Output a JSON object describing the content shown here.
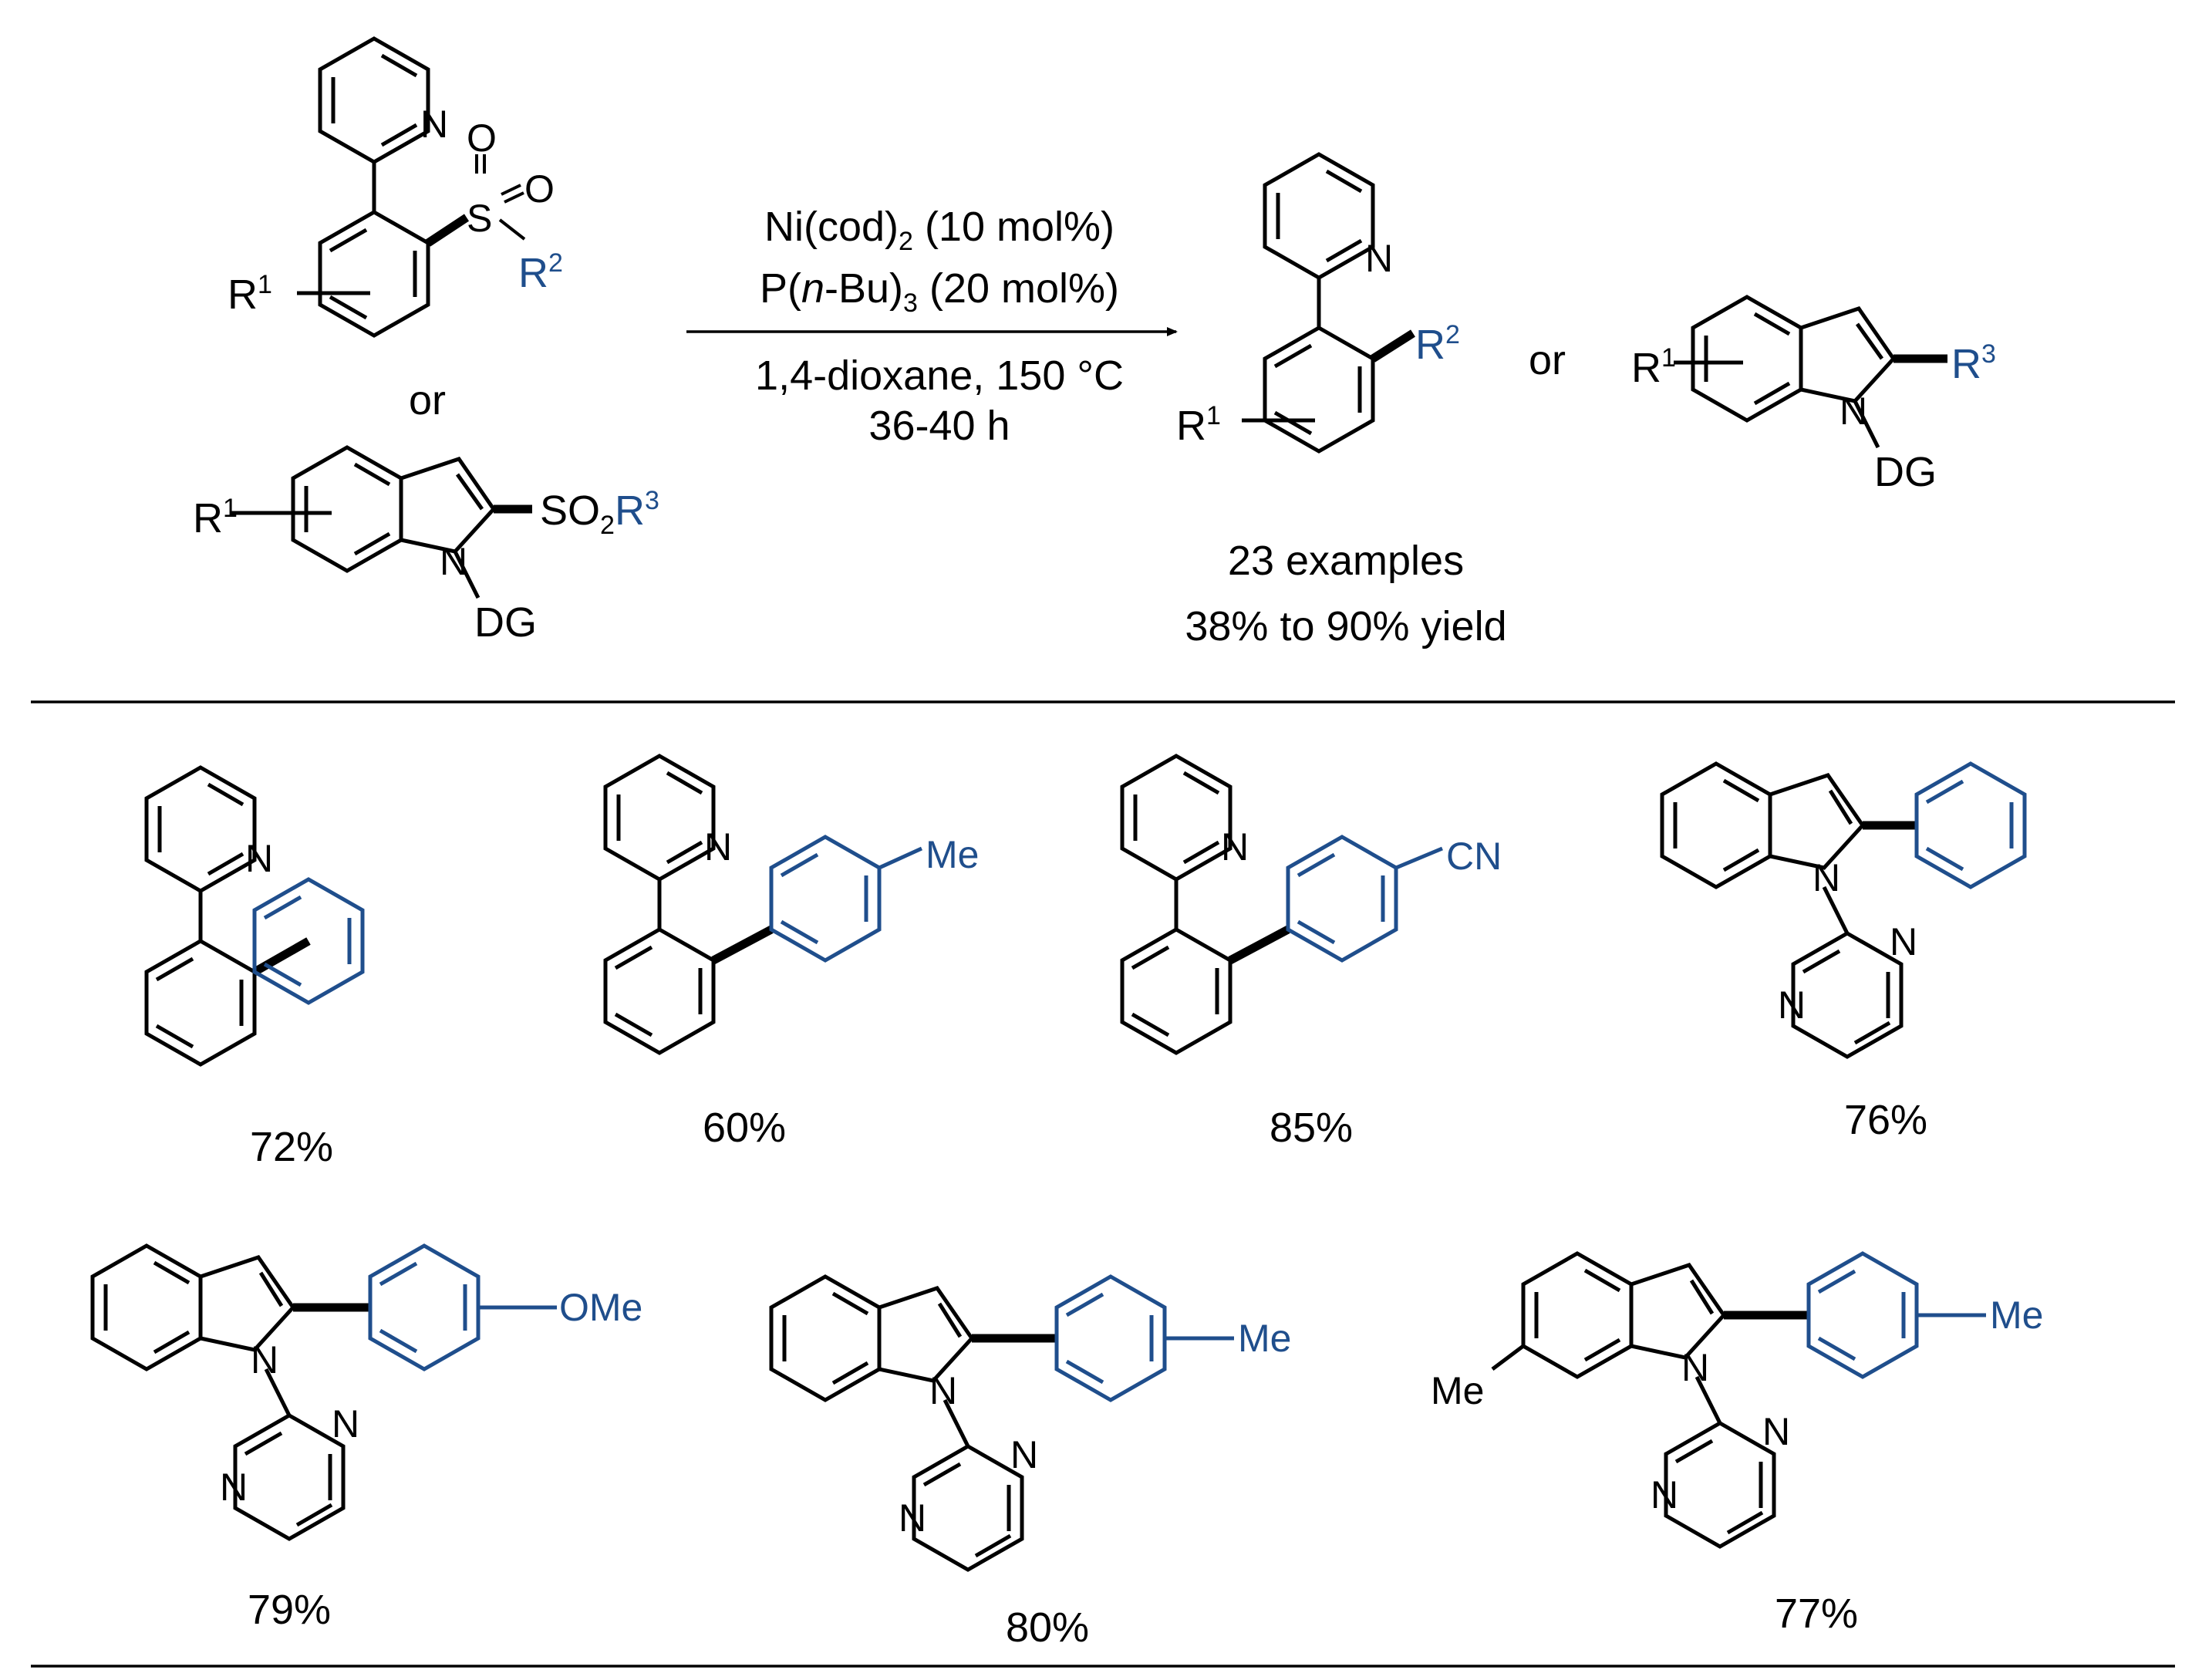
{
  "colors": {
    "ink": "#000000",
    "accent": "#1f4e8c"
  },
  "scheme": {
    "reactant_a": {
      "label_r1": "R",
      "label_r1_sup": "1",
      "label_r2": "R",
      "label_r2_sup": "2",
      "atom_n": "N",
      "atom_s": "S",
      "atom_o1": "O",
      "atom_o2": "O"
    },
    "or_left": "or",
    "reactant_b": {
      "label_r1": "R",
      "label_r1_sup": "1",
      "so2_text": "SO",
      "so2_sub": "2",
      "label_r3": "R",
      "label_r3_sup": "3",
      "atom_n": "N",
      "dg": "DG"
    },
    "conditions": {
      "line1_a": "Ni(cod)",
      "line1_sub": "2",
      "line1_b": " (10 mol%)",
      "line2_a": "P(",
      "line2_italic": "n",
      "line2_b": "-Bu)",
      "line2_sub": "3",
      "line2_c": " (20 mol%)",
      "line3": "1,4-dioxane, 150 °C",
      "line4": "36-40 h"
    },
    "product_a": {
      "label_r1": "R",
      "label_r1_sup": "1",
      "label_r2": "R",
      "label_r2_sup": "2",
      "atom_n": "N"
    },
    "or_right": "or",
    "product_b": {
      "label_r1": "R",
      "label_r1_sup": "1",
      "label_r3": "R",
      "label_r3_sup": "3",
      "atom_n": "N",
      "dg": "DG"
    },
    "summary": {
      "examples": "23 examples",
      "yield_range": "38% to 90% yield"
    }
  },
  "examples": [
    {
      "yield": "72%"
    },
    {
      "yield": "60%",
      "substituent": "Me"
    },
    {
      "yield": "85%",
      "substituent": "CN"
    },
    {
      "yield": "76%"
    },
    {
      "yield": "79%",
      "substituent": "OMe"
    },
    {
      "yield": "80%",
      "substituent": "Me"
    },
    {
      "yield": "77%",
      "substituent": "Me",
      "core_substituent": "Me"
    }
  ],
  "atoms": {
    "n": "N"
  }
}
